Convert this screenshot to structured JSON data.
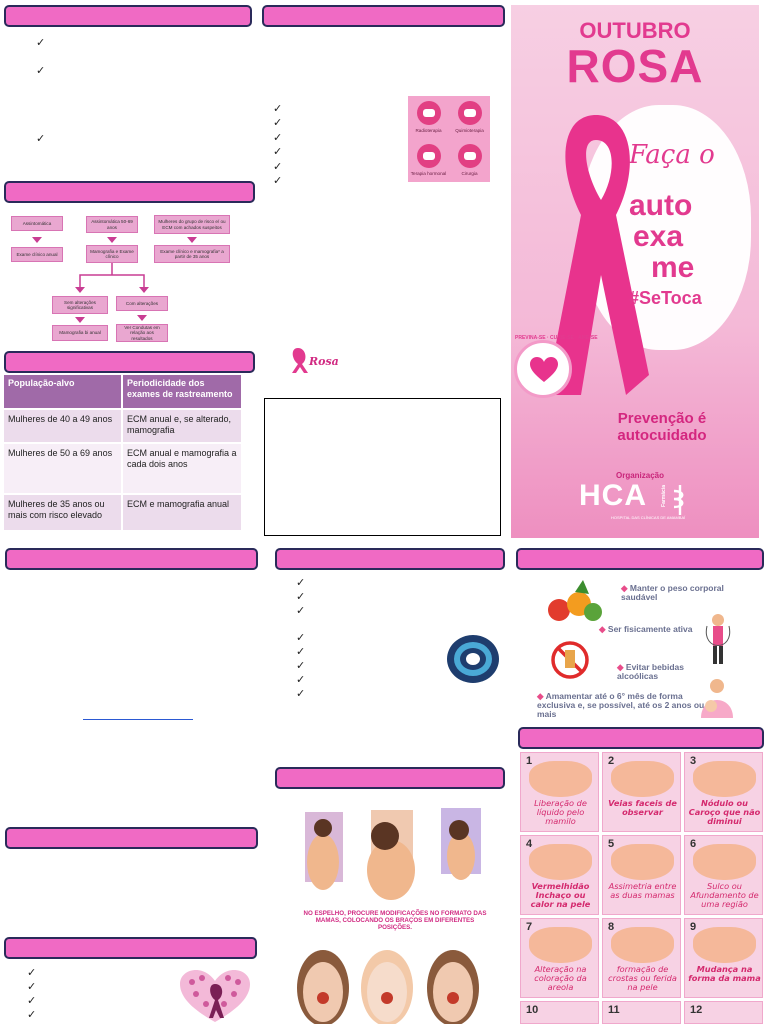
{
  "checkmark": "✓",
  "treatment_labels": [
    "Radioterapia",
    "Quimioterapia",
    "Terapia hormonal",
    "Cirurgia"
  ],
  "flowchart": {
    "assintomatica": "Assintomática",
    "assintomatica_idade": "Assintomática 50-69 anos",
    "grupo_risco": "Mulheres do grupo de risco e/ ou ECM com achados suspeitos",
    "exame_anual": "Exame clínico anual",
    "mamografia": "Mamografia e Exame clínico",
    "exame_mamografia": "Exame clínico e mamografia* a partir de 35 anos",
    "sem_alteracoes": "Sem alterações significativas",
    "com_alteracoes": "Com alterações",
    "mamografia_bi": "Mamografia bi anual",
    "ver_condutas": "Ver Condutas em relação aos resultados"
  },
  "table": {
    "headers": [
      "População-alvo",
      "Periodicidade dos exames de rastreamento"
    ],
    "rows": [
      [
        "Mulheres de 40 a 49 anos",
        "ECM anual e, se alterado, mamografia"
      ],
      [
        "Mulheres de 50 a 69 anos",
        "ECM anual e mamografia a cada dois anos"
      ],
      [
        "Mulheres de 35 anos ou mais com risco elevado",
        "ECM e mamografia anual"
      ]
    ]
  },
  "logo_small": "Rosa",
  "cover": {
    "outubro": "OUTUBRO",
    "rosa": "ROSA",
    "faca": "Faça o",
    "auto": "auto",
    "exa": "exa",
    "me": "me",
    "tag": "#SeToca",
    "prevencao": "Prevenção é autocuidado",
    "organizacao": "Organização",
    "hca": "HCA",
    "hca_sub": "HOSPITAL DAS CLÍNICAS DE AMAMBAÍ",
    "farmacia": "Farmácia",
    "seal_ring": "PREVINA-SE · CUIDE-SE · AME-SE"
  },
  "prevention": [
    "Manter o peso corporal saudável",
    "Ser fisicamente ativa",
    "Evitar bebidas alcoólicas",
    "Amamentar até o 6° mês de forma exclusiva e, se possível, até os 2 anos ou mais"
  ],
  "exam_caption": "NO ESPELHO, PROCURE MODIFICAÇÕES NO FORMATO DAS MAMAS, COLOCANDO OS BRAÇOS EM DIFERENTES POSIÇÕES.",
  "signs": [
    {
      "n": "1",
      "text": "Liberação de líquido pelo mamilo",
      "bold": false
    },
    {
      "n": "2",
      "text": "Veias faceis de observar",
      "bold": true
    },
    {
      "n": "3",
      "text": "Nódulo ou Caroço que não diminui",
      "bold": true
    },
    {
      "n": "4",
      "text": "Vermelhidão Inchaço ou calor na pele",
      "bold": true
    },
    {
      "n": "5",
      "text": "Assimetria entre as duas mamas",
      "bold": false
    },
    {
      "n": "6",
      "text": "Sulco ou Afundamento de uma região",
      "bold": false
    },
    {
      "n": "7",
      "text": "Alteração na coloração da areola",
      "bold": false
    },
    {
      "n": "8",
      "text": "formação de crostas ou ferida na pele",
      "bold": false
    },
    {
      "n": "9",
      "text": "Mudança na forma da mama",
      "bold": true
    },
    {
      "n": "10",
      "text": "",
      "bold": false
    },
    {
      "n": "11",
      "text": "",
      "bold": false
    },
    {
      "n": "12",
      "text": "",
      "bold": false
    }
  ]
}
